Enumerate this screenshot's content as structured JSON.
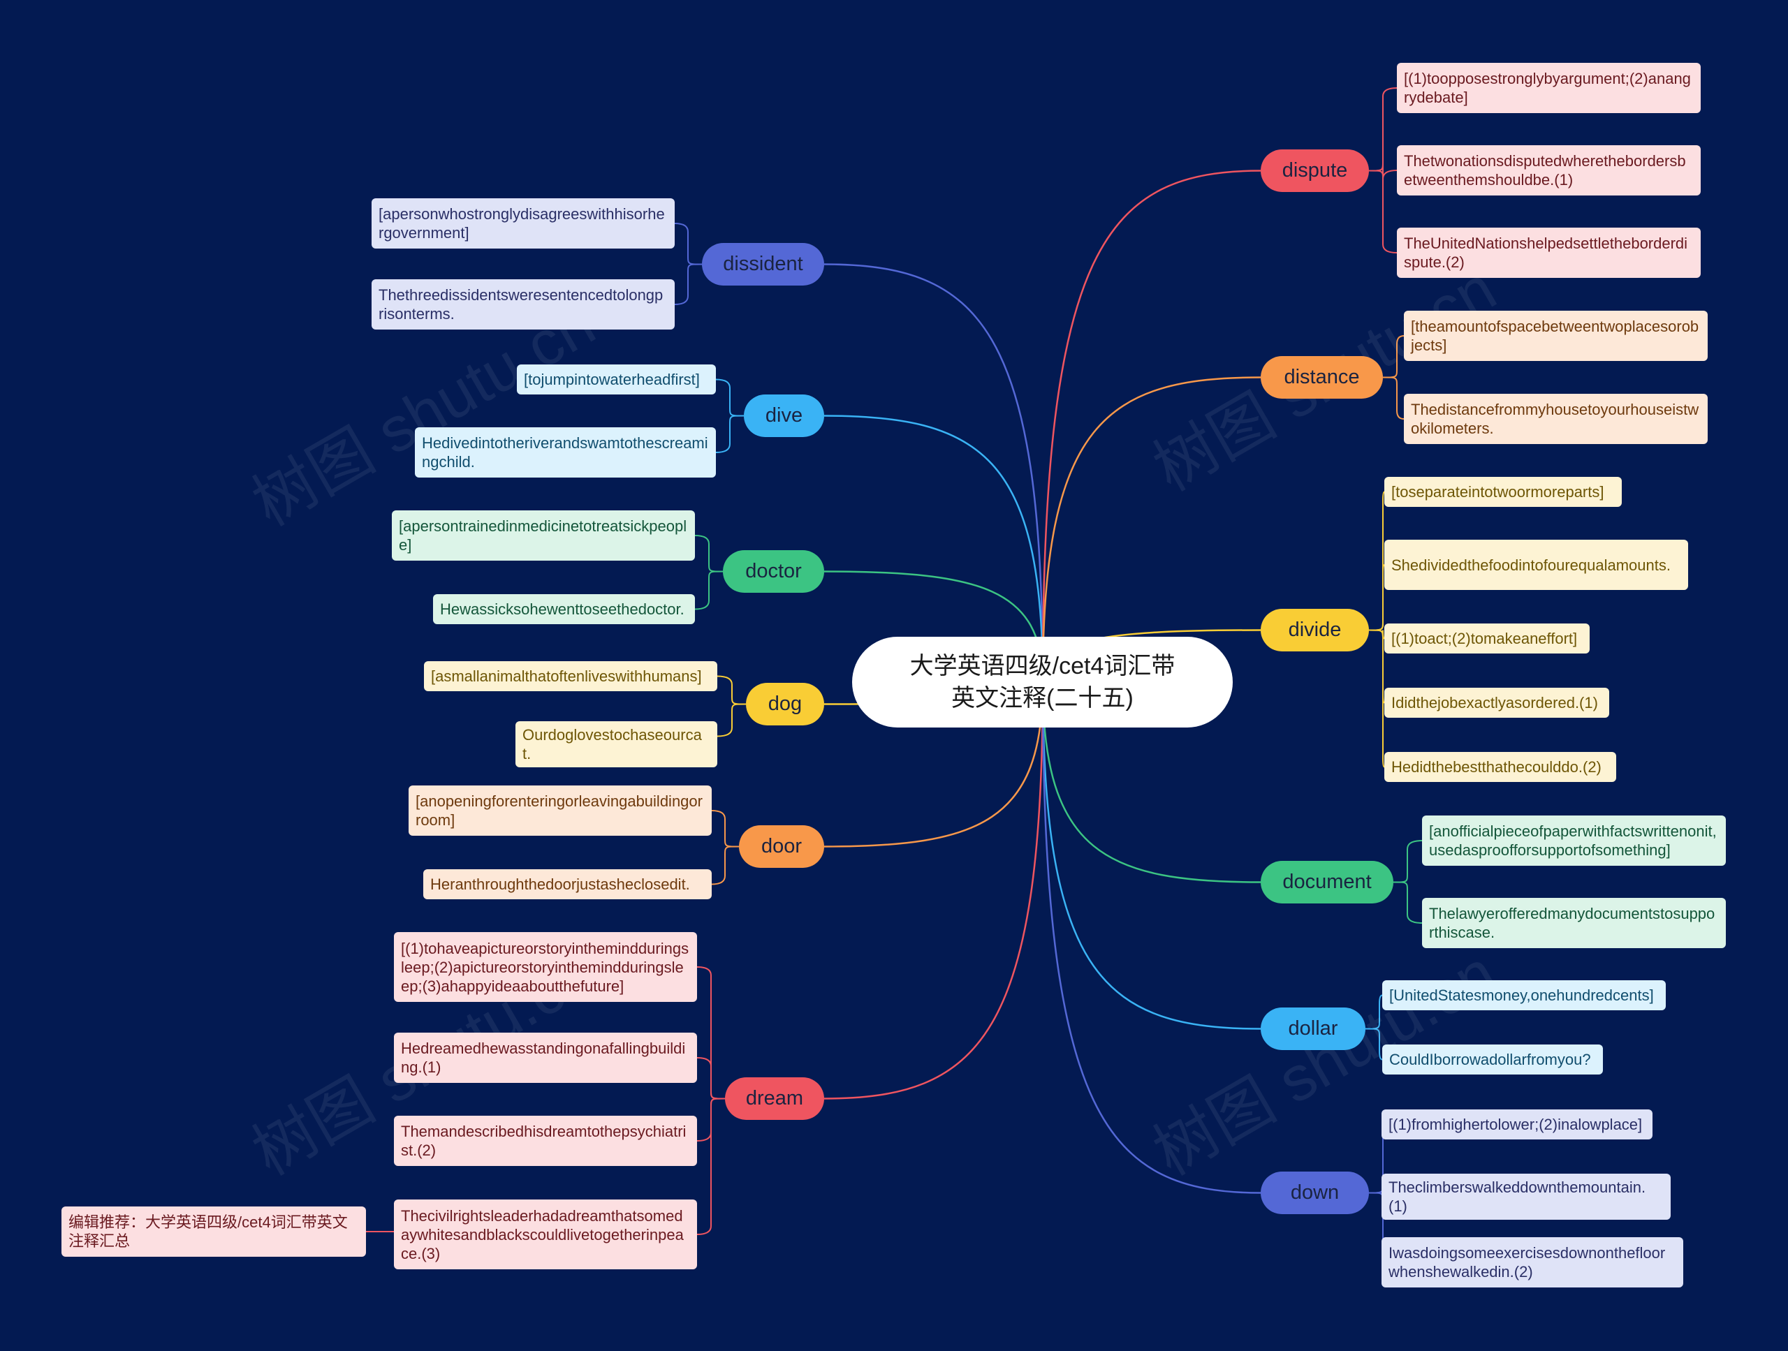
{
  "center": {
    "line1": "大学英语四级/cet4词汇带",
    "line2": "英文注释(二十五)"
  },
  "watermark": "树图 shutu.cn",
  "left": [
    {
      "word": "dissident",
      "color": "#5468d6",
      "leaf_bg": "#dfe3f7",
      "leaf_fg": "#2a2f66",
      "leaves": [
        "[apersonwhostronglydisagreeswithhisorhergovernment]",
        "Thethreedissidentsweresentencedtolongprisonterms."
      ]
    },
    {
      "word": "dive",
      "color": "#3ab3f5",
      "leaf_bg": "#dcf2fd",
      "leaf_fg": "#114e6e",
      "leaves": [
        "[tojumpintowaterheadfirst]",
        "Hedivedintotheriverandswamtothescreamingchild."
      ]
    },
    {
      "word": "doctor",
      "color": "#3cc483",
      "leaf_bg": "#dcf4e8",
      "leaf_fg": "#14563a",
      "leaves": [
        "[apersontrainedinmedicinetotreatsickpeople]",
        "Hewassicksohewenttoseethedoctor."
      ]
    },
    {
      "word": "dog",
      "color": "#f9cd35",
      "leaf_bg": "#fdf3d4",
      "leaf_fg": "#6e5606",
      "leaves": [
        "[asmallanimalthatoftenliveswithhumans]",
        "Ourdoglovestochaseourcat."
      ]
    },
    {
      "word": "door",
      "color": "#f8984a",
      "leaf_bg": "#fde8d8",
      "leaf_fg": "#6e3a0e",
      "leaves": [
        "[anopeningforenteringorleavingabuildingorroom]",
        "Heranthroughthedoorjustasheclosedit."
      ]
    },
    {
      "word": "dream",
      "color": "#ef5560",
      "leaf_bg": "#fcdfe1",
      "leaf_fg": "#6a1a20",
      "leaves": [
        "[(1)tohaveapictureorstoryinthemindduringsleep;(2)apictureorstoryinthemindduringsleep;(3)ahappyideaaboutthefuture]",
        "Hedreamedhewasstandingonafallingbuilding.(1)",
        "Themandescribedhisdreamtothepsychiatrist.(2)",
        "Thecivilrightsleaderhadadreamthatsomedaywhitesandblackscouldlivetogetherinpeace.(3)"
      ]
    }
  ],
  "right": [
    {
      "word": "dispute",
      "color": "#ef5560",
      "leaf_bg": "#fcdfe1",
      "leaf_fg": "#6a1a20",
      "leaves": [
        "[(1)toopposestronglybyargument;(2)anangrydebate]",
        "Thetwonationsdisputedwherethebordersbetweenthemshouldbe.(1)",
        "TheUnitedNationshelpedsettletheborderdispute.(2)"
      ]
    },
    {
      "word": "distance",
      "color": "#f8984a",
      "leaf_bg": "#fde8d8",
      "leaf_fg": "#6e3a0e",
      "leaves": [
        "[theamountofspacebetweentwoplacesorobjects]",
        "Thedistancefrommyhousetoyourhouseistwokilometers."
      ]
    },
    {
      "word": "divide",
      "color": "#f9cd35",
      "leaf_bg": "#fdf3d4",
      "leaf_fg": "#6e5606",
      "leaves": [
        "[toseparateintotwoormoreparts]",
        "Shedividedthefoodintofourequalamounts.",
        "[(1)toact;(2)tomakeaneffort]",
        "Ididthejobexactlyasordered.(1)",
        "Hedidthebestthathecoulddo.(2)"
      ]
    },
    {
      "word": "document",
      "color": "#3cc483",
      "leaf_bg": "#dcf4e8",
      "leaf_fg": "#14563a",
      "leaves": [
        "[anofficialpieceofpaperwithfactswrittenonit,usedasproofforsupportofsomething]",
        "Thelawyerofferedmanydocumentstosupporthiscase."
      ]
    },
    {
      "word": "dollar",
      "color": "#3ab3f5",
      "leaf_bg": "#dcf2fd",
      "leaf_fg": "#114e6e",
      "leaves": [
        "[UnitedStatesmoney,onehundredcents]",
        "CouldIborrowadollarfromyou?"
      ]
    },
    {
      "word": "down",
      "color": "#5468d6",
      "leaf_bg": "#dfe3f7",
      "leaf_fg": "#2a2f66",
      "leaves": [
        "[(1)fromhighertolower;(2)inalowplace]",
        "Theclimberswalkeddownthemountain.(1)",
        "Iwasdoingsomeexercisesdownonthefloorwhenshewalkedin.(2)"
      ]
    }
  ],
  "recommend": {
    "text": "编辑推荐：大学英语四级/cet4词汇带英文注释汇总",
    "bg": "#fcdfe1",
    "fg": "#6a1a20"
  }
}
